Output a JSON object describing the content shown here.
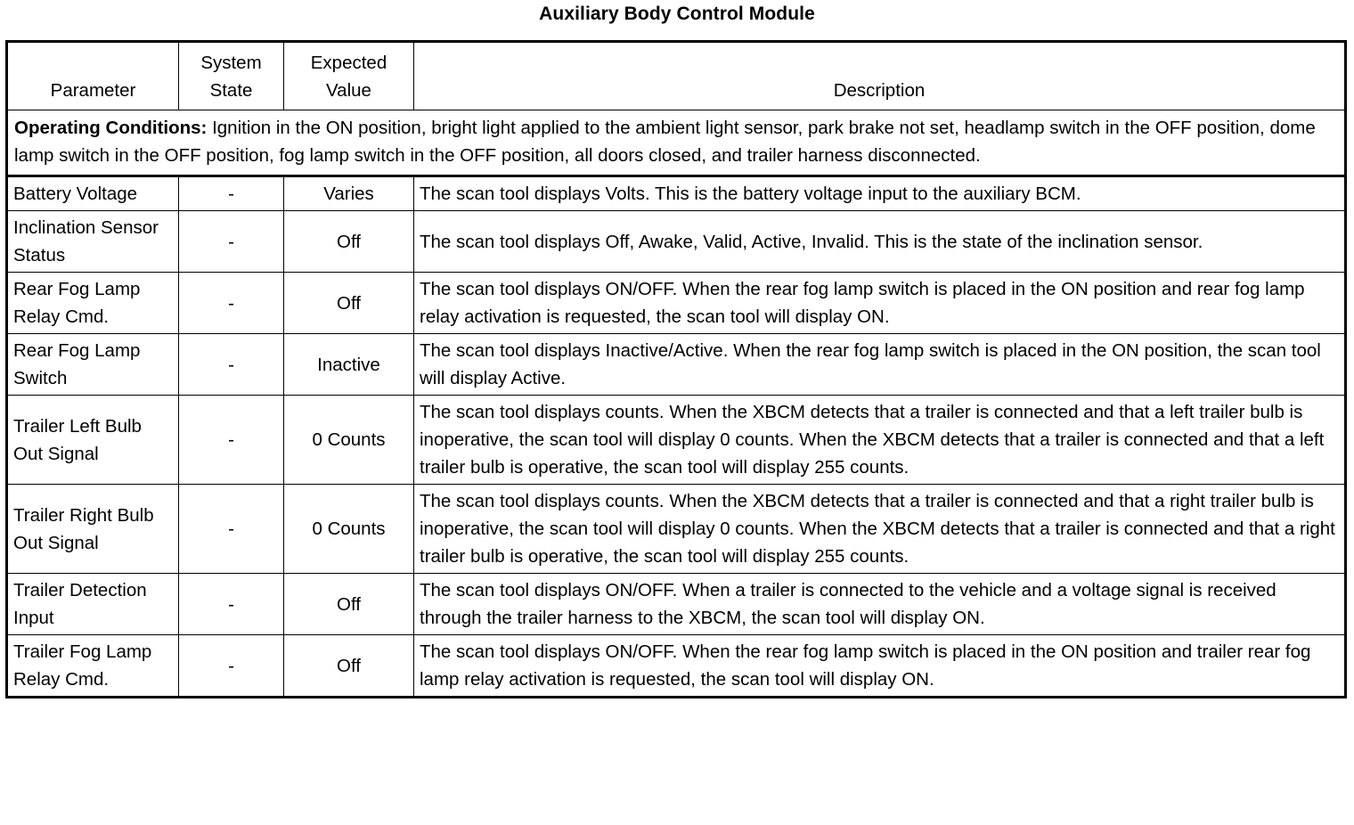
{
  "document": {
    "title": "Auxiliary Body Control Module"
  },
  "table": {
    "columns": [
      {
        "key": "parameter",
        "label": "Parameter"
      },
      {
        "key": "system_state",
        "label_line1": "System",
        "label_line2": "State",
        "label": "System State"
      },
      {
        "key": "expected",
        "label_line1": "Expected",
        "label_line2": "Value",
        "label": "Expected Value"
      },
      {
        "key": "description",
        "label": "Description"
      }
    ],
    "operating_conditions": {
      "label": "Operating Conditions:",
      "text": " Ignition in the ON position, bright light applied to the ambient light sensor, park brake not set, headlamp switch in the OFF position, dome lamp switch in the OFF position, fog lamp switch in the OFF position, all doors closed, and trailer harness disconnected."
    },
    "rows": [
      {
        "parameter": "Battery Voltage",
        "system_state": "-",
        "expected": "Varies",
        "description": "The scan tool displays Volts. This is the battery voltage input to the auxiliary BCM."
      },
      {
        "parameter": "Inclination Sensor Status",
        "system_state": "-",
        "expected": "Off",
        "description": "The scan tool displays Off, Awake, Valid, Active, Invalid. This is the state of the inclination sensor."
      },
      {
        "parameter": "Rear Fog Lamp Relay Cmd.",
        "system_state": "-",
        "expected": "Off",
        "description": "The scan tool displays ON/OFF. When the rear fog lamp switch is placed in the ON position and rear fog lamp relay activation is requested, the scan tool will display ON."
      },
      {
        "parameter": "Rear Fog Lamp Switch",
        "system_state": "-",
        "expected": "Inactive",
        "description": "The scan tool displays Inactive/Active. When the rear fog lamp switch is placed in the ON position, the scan tool will display Active."
      },
      {
        "parameter": "Trailer Left Bulb Out Signal",
        "system_state": "-",
        "expected": "0 Counts",
        "description": "The scan tool displays counts. When the XBCM detects that a trailer is connected and that a left trailer bulb is inoperative, the scan tool will display 0 counts. When the XBCM detects that a trailer is connected and that a left trailer bulb is operative, the scan tool will display 255 counts."
      },
      {
        "parameter": "Trailer Right Bulb Out Signal",
        "system_state": "-",
        "expected": "0 Counts",
        "description": "The scan tool displays counts. When the XBCM detects that a trailer is connected and that a right trailer bulb is inoperative, the scan tool will display 0 counts. When the XBCM detects that a trailer is connected and that a right trailer bulb is operative, the scan tool will display 255 counts."
      },
      {
        "parameter": "Trailer Detection Input",
        "system_state": "-",
        "expected": "Off",
        "description": "The scan tool displays ON/OFF. When a trailer is connected to the vehicle and a voltage signal is received through the trailer harness to the XBCM, the scan tool will display ON."
      },
      {
        "parameter": "Trailer Fog Lamp Relay Cmd.",
        "system_state": "-",
        "expected": "Off",
        "description": "The scan tool displays ON/OFF. When the rear fog lamp switch is placed in the ON position and trailer rear fog lamp relay activation is requested, the scan tool will display ON."
      }
    ]
  },
  "colors": {
    "text": "#000000",
    "background": "#ffffff",
    "border": "#000000"
  }
}
